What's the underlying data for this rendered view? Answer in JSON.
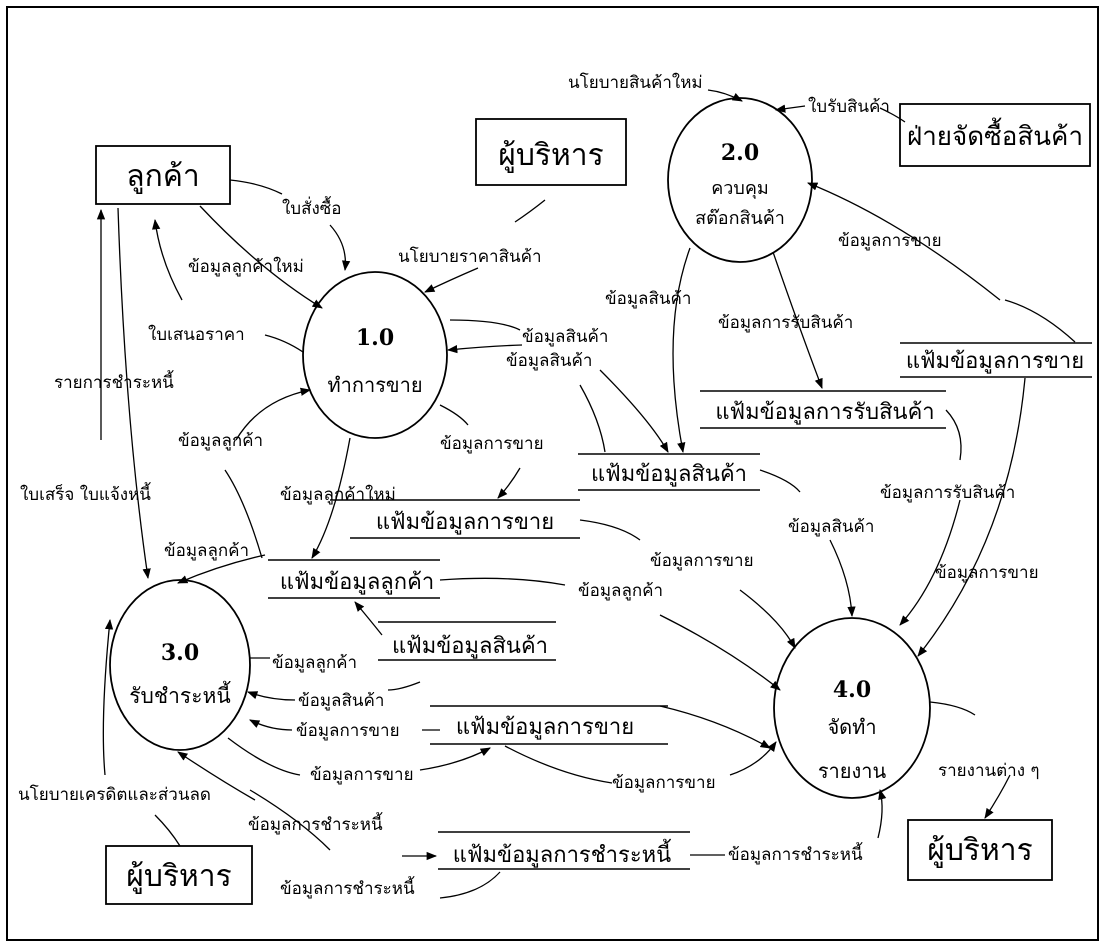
{
  "entities": {
    "customer": "ลูกค้า",
    "executive_top": "ผู้บริหาร",
    "purchasing": "ฝ่ายจัดซื้อสินค้า",
    "executive_bottom_left": "ผู้บริหาร",
    "executive_bottom_right": "ผู้บริหาร"
  },
  "processes": {
    "p1": {
      "number": "1.0",
      "name": "ทำการขาย"
    },
    "p2": {
      "number": "2.0",
      "name_line1": "ควบคุม",
      "name_line2": "สต๊อกสินค้า"
    },
    "p3": {
      "number": "3.0",
      "name": "รับชำระหนี้"
    },
    "p4": {
      "number": "4.0",
      "name_line1": "จัดทำ",
      "name_line2": "รายงาน"
    }
  },
  "stores": {
    "sales_top_right": "แฟ้มข้อมูลการขาย",
    "receiving": "แฟ้มข้อมูลการรับสินค้า",
    "product_top": "แฟ้มข้อมูลสินค้า",
    "sales_mid": "แฟ้มข้อมูลการขาย",
    "customer": "แฟ้มข้อมูลลูกค้า",
    "product_mid": "แฟ้มข้อมูลสินค้า",
    "sales_low": "แฟ้มข้อมูลการขาย",
    "debt_payment": "แฟ้มข้อมูลการชำระหนี้"
  },
  "flows": {
    "new_product_policy": "นโยบายสินค้าใหม่",
    "goods_receipt": "ใบรับสินค้า",
    "purchase_order": "ใบสั่งซื้อ",
    "new_customer_data_top": "ข้อมูลลูกค้าใหม่",
    "price_policy": "นโยบายราคาสินค้า",
    "sales_data_p2": "ข้อมูลการขาย",
    "product_data_p2_out": "ข้อมูลสินค้า",
    "receiving_data_p2_out": "ข้อมูลการรับสินค้า",
    "quotation": "ใบเสนอราคา",
    "debt_list": "รายการชำระหนี้",
    "product_data_p1_a": "ข้อมูลสินค้า",
    "product_data_p1_b": "ข้อมูลสินค้า",
    "customer_data_p1": "ข้อมูลลูกค้า",
    "sales_data_p1": "ข้อมูลการขาย",
    "receipt_invoice": "ใบเสร็จ ใบแจ้งหนี้",
    "new_customer_data_mid": "ข้อมูลลูกค้าใหม่",
    "receiving_data_p4": "ข้อมูลการรับสินค้า",
    "product_data_p4": "ข้อมูลสินค้า",
    "customer_data_p3_in": "ข้อมูลลูกค้า",
    "sales_data_store_p4": "ข้อมูลการขาย",
    "sales_data_p2_p4": "ข้อมูลการขาย",
    "customer_data_store_p4": "ข้อมูลลูกค้า",
    "customer_data_p3_b": "ข้อมูลลูกค้า",
    "product_data_p3": "ข้อมูลสินค้า",
    "sales_data_p3_in": "ข้อมูลการขาย",
    "sales_data_p3_out": "ข้อมูลการขาย",
    "sales_data_low_p4": "ข้อมูลการขาย",
    "reports": "รายงานต่าง ๆ",
    "credit_policy": "นโยบายเครดิตและส่วนลด",
    "debt_payment_a": "ข้อมูลการชำระหนี้",
    "debt_payment_b": "ข้อมูลการชำระหนี้",
    "debt_payment_p4": "ข้อมูลการชำระหนี้"
  }
}
